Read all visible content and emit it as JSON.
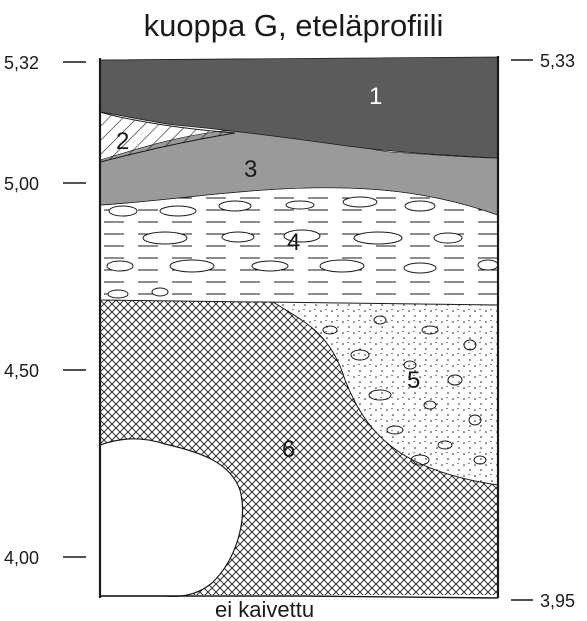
{
  "title": "kuoppa G, eteläprofiili",
  "bottom_label": "ei kaivettu",
  "left_scale": [
    "5,32",
    "5,00",
    "4,50",
    "4,00"
  ],
  "right_scale": [
    "5,33",
    "3,95"
  ],
  "layers": [
    {
      "id": "1",
      "label": "1",
      "fill": "#5b5b5b"
    },
    {
      "id": "2",
      "label": "2",
      "fill": "hatch"
    },
    {
      "id": "3",
      "label": "3",
      "fill": "#9a9a9a"
    },
    {
      "id": "4",
      "label": "4",
      "fill": "stones-in-dashes"
    },
    {
      "id": "5",
      "label": "5",
      "fill": "dotted-gravel"
    },
    {
      "id": "6",
      "label": "6",
      "fill": "crosshatch"
    }
  ],
  "colors": {
    "ink": "#1a1a1a",
    "dark_layer": "#5b5b5b",
    "mid_layer": "#9a9a9a"
  }
}
